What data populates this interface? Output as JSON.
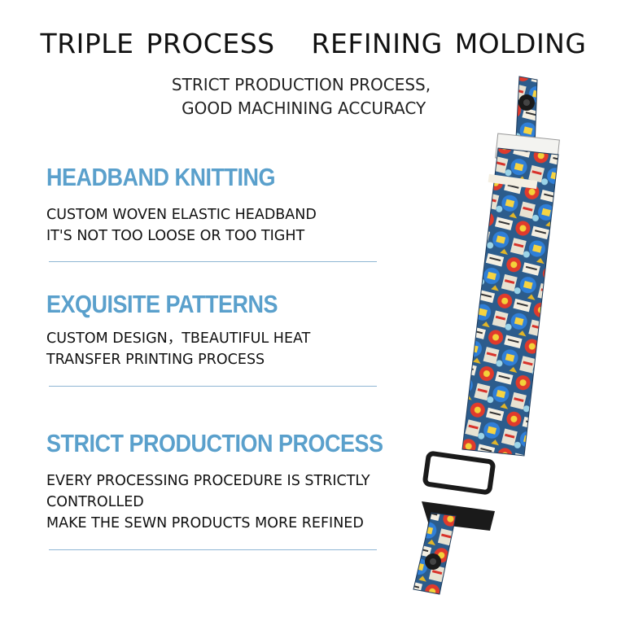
{
  "header": {
    "title": "TRIPLE PROCESS   REFINING MOLDING",
    "subtitle_lines": [
      "STRICT PRODUCTION PROCESS,",
      " GOOD MACHINING ACCURACY"
    ]
  },
  "sections": [
    {
      "heading": "HEADBAND KNITTING",
      "lines": [
        "CUSTOM WOVEN ELASTIC HEADBAND",
        "IT'S NOT TOO LOOSE OR TOO TIGHT"
      ]
    },
    {
      "heading": "EXQUISITE PATTERNS",
      "lines": [
        "CUSTOM DESIGN，TBEAUTIFUL HEAT",
        "TRANSFER PRINTING PROCESS"
      ]
    },
    {
      "heading": "STRICT PRODUCTION PROCESS",
      "lines": [
        "EVERY PROCESSING PROCEDURE IS STRICTLY",
        "CONTROLLED",
        "MAKE THE SEWN PRODUCTS MORE REFINED"
      ]
    }
  ],
  "colors": {
    "heading": "#5aa0cc",
    "divider": "#8fb6d4",
    "text": "#111111",
    "buckle": "#1a1a1a"
  }
}
